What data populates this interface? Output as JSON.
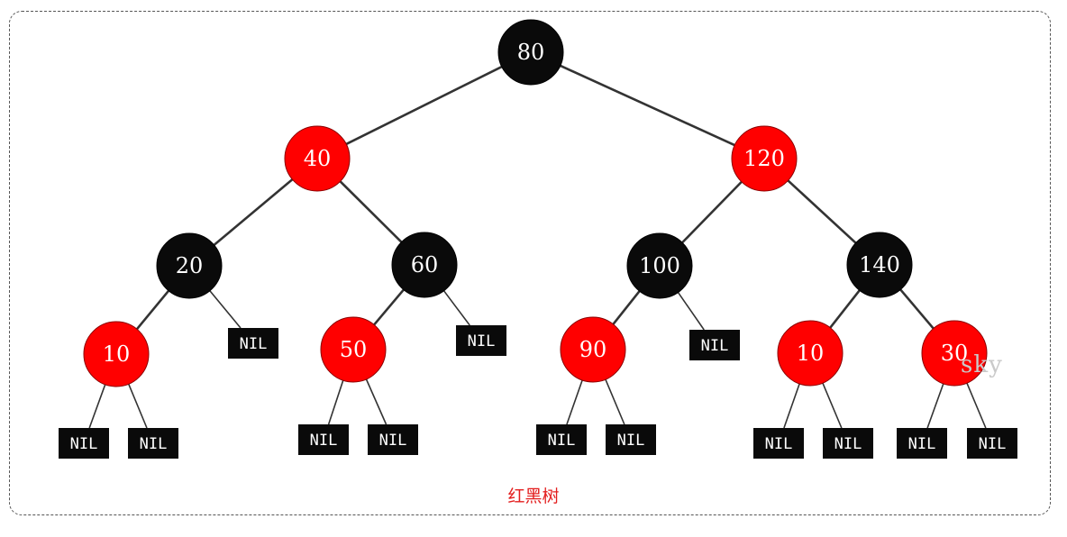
{
  "diagram": {
    "caption": "红黑树",
    "watermark": "sky",
    "nil_label": "NIL",
    "colors": {
      "red": "#ff0000",
      "black": "#0a0a0a",
      "edge": "#333333",
      "caption": "#e31e1e"
    },
    "nodes": [
      {
        "id": "n80",
        "label": "80",
        "color": "black"
      },
      {
        "id": "n40",
        "label": "40",
        "color": "red"
      },
      {
        "id": "n120",
        "label": "120",
        "color": "red"
      },
      {
        "id": "n20",
        "label": "20",
        "color": "black"
      },
      {
        "id": "n60",
        "label": "60",
        "color": "black"
      },
      {
        "id": "n100",
        "label": "100",
        "color": "black"
      },
      {
        "id": "n140",
        "label": "140",
        "color": "black"
      },
      {
        "id": "n10a",
        "label": "10",
        "color": "red"
      },
      {
        "id": "n50",
        "label": "50",
        "color": "red"
      },
      {
        "id": "n90",
        "label": "90",
        "color": "red"
      },
      {
        "id": "n10b",
        "label": "10",
        "color": "red"
      },
      {
        "id": "n30",
        "label": "30",
        "color": "red"
      }
    ],
    "nils": [
      {
        "id": "nil20r",
        "parent": "n20"
      },
      {
        "id": "nil60r",
        "parent": "n60"
      },
      {
        "id": "nil100r",
        "parent": "n100"
      },
      {
        "id": "nil10al",
        "parent": "n10a"
      },
      {
        "id": "nil10ar",
        "parent": "n10a"
      },
      {
        "id": "nil50l",
        "parent": "n50"
      },
      {
        "id": "nil50r",
        "parent": "n50"
      },
      {
        "id": "nil90l",
        "parent": "n90"
      },
      {
        "id": "nil90r",
        "parent": "n90"
      },
      {
        "id": "nil10bl",
        "parent": "n10b"
      },
      {
        "id": "nil10br",
        "parent": "n10b"
      },
      {
        "id": "nil30l",
        "parent": "n30"
      },
      {
        "id": "nil30r",
        "parent": "n30"
      }
    ],
    "edges": [
      [
        "n80",
        "n40"
      ],
      [
        "n80",
        "n120"
      ],
      [
        "n40",
        "n20"
      ],
      [
        "n40",
        "n60"
      ],
      [
        "n120",
        "n100"
      ],
      [
        "n120",
        "n140"
      ],
      [
        "n20",
        "n10a"
      ],
      [
        "n20",
        "nil20r"
      ],
      [
        "n60",
        "n50"
      ],
      [
        "n60",
        "nil60r"
      ],
      [
        "n100",
        "n90"
      ],
      [
        "n100",
        "nil100r"
      ],
      [
        "n140",
        "n10b"
      ],
      [
        "n140",
        "n30"
      ],
      [
        "n10a",
        "nil10al"
      ],
      [
        "n10a",
        "nil10ar"
      ],
      [
        "n50",
        "nil50l"
      ],
      [
        "n50",
        "nil50r"
      ],
      [
        "n90",
        "nil90l"
      ],
      [
        "n90",
        "nil90r"
      ],
      [
        "n10b",
        "nil10bl"
      ],
      [
        "n10b",
        "nil10br"
      ],
      [
        "n30",
        "nil30l"
      ],
      [
        "n30",
        "nil30r"
      ]
    ]
  }
}
